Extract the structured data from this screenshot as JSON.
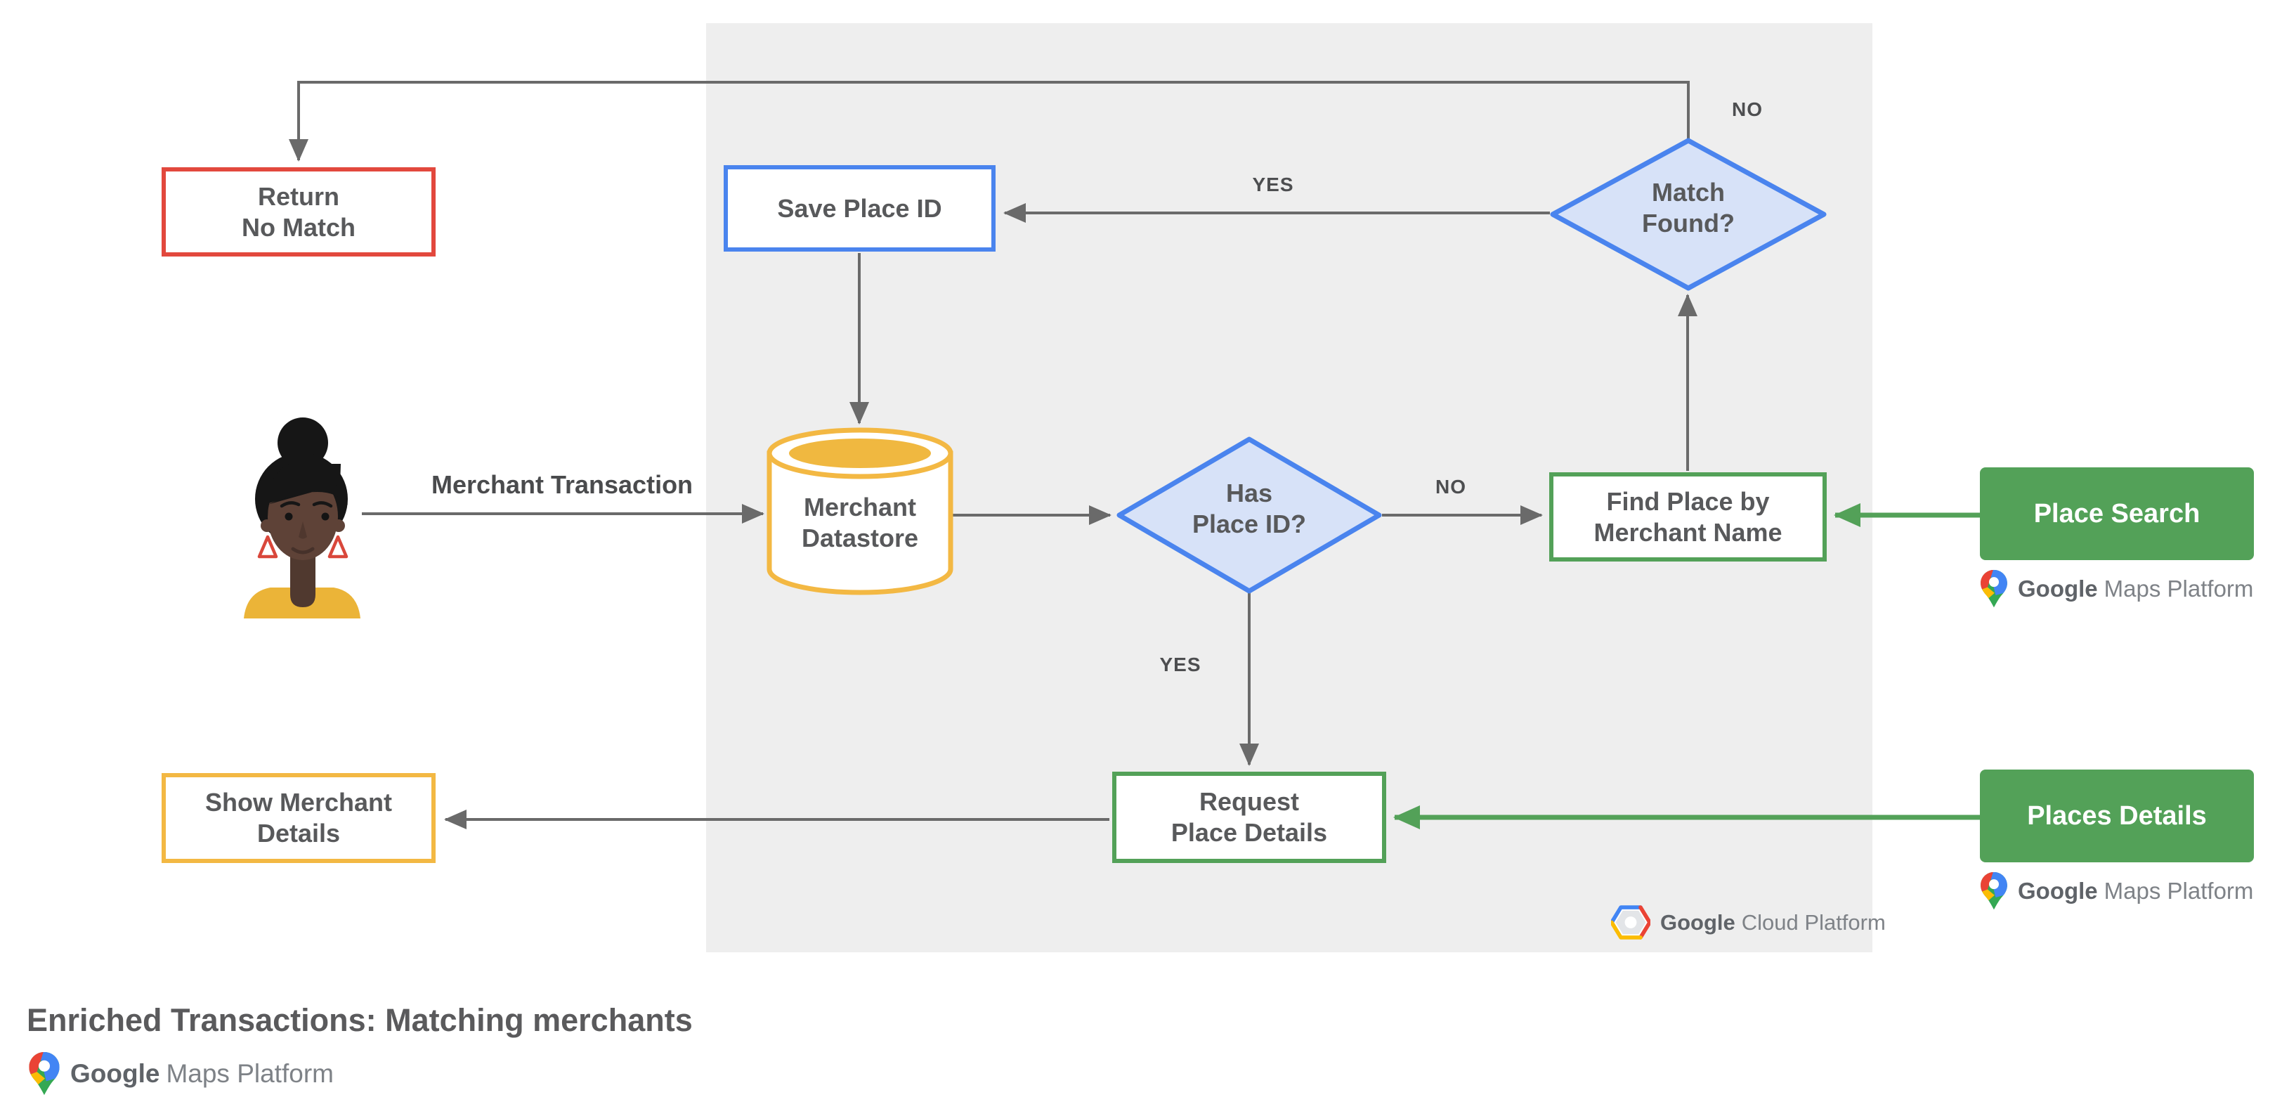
{
  "diagram": {
    "title": "Enriched Transactions: Matching merchants",
    "nodes": {
      "return_no_match": "Return\nNo Match",
      "save_place_id": "Save Place ID",
      "merchant_datastore": "Merchant\nDatastore",
      "has_place_id": "Has\nPlace ID?",
      "match_found": "Match\nFound?",
      "find_place": "Find Place by\nMerchant Name",
      "request_place_details": "Request\nPlace Details",
      "show_merchant_details": "Show Merchant\nDetails"
    },
    "api_boxes": {
      "place_search": "Place Search",
      "places_details": "Places Details"
    },
    "edge_labels": {
      "match_found_no": "NO",
      "match_found_yes": "YES",
      "has_place_id_no": "NO",
      "has_place_id_yes": "YES"
    },
    "annotations": {
      "merchant_transaction": "Merchant Transaction"
    }
  },
  "branding": {
    "maps_platform_google": "Google",
    "maps_platform_rest": "Maps Platform",
    "cloud_platform_google": "Google",
    "cloud_platform_rest": "Cloud Platform"
  },
  "colors": {
    "panel_bg": "#EEEEEE",
    "arrow_gray": "#6A6A6A",
    "node_text": "#58595B",
    "border_red": "#E2483D",
    "border_blue": "#4A84EE",
    "diamond_fill": "#D7E2F8",
    "border_yellow": "#F3B843",
    "green": "#53A158",
    "brand_blue": "#4285F4",
    "brand_red": "#EA4335",
    "brand_yellow": "#FBBC04",
    "brand_green": "#34A853"
  }
}
